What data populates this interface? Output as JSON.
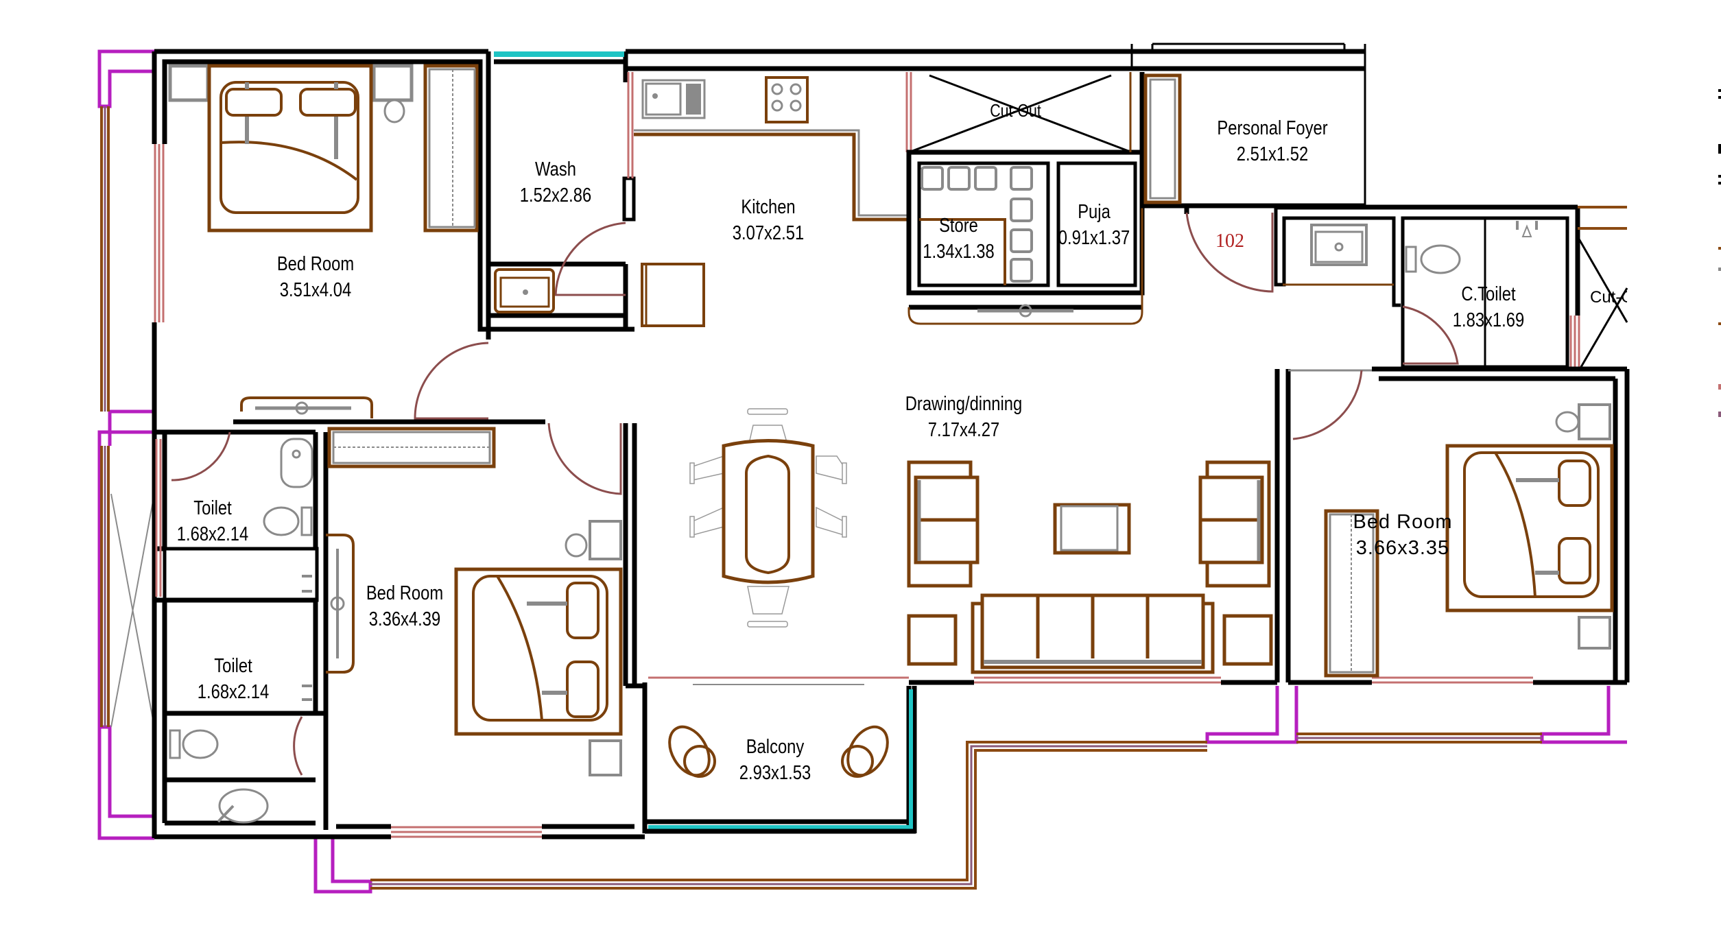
{
  "plan": {
    "title": "Apartment floor plan",
    "unit_number": "102",
    "colors": {
      "wall": "#000000",
      "furniture": "#7a400c",
      "fixture": "#8a8a8a",
      "window": "#c47070",
      "door_swing": "#8c4d4d",
      "railing": "#8b4a12",
      "structure_magenta": "#b61fbf",
      "glass_cyan": "#1fc4c4",
      "unit_number": "#b02020"
    },
    "rooms": [
      {
        "id": "bedroom-1",
        "name": "Bed Room",
        "size": "3.51x4.04"
      },
      {
        "id": "wash",
        "name": "Wash",
        "size": "1.52x2.86"
      },
      {
        "id": "kitchen",
        "name": "Kitchen",
        "size": "3.07x2.51"
      },
      {
        "id": "store",
        "name": "Store",
        "size": "1.34x1.38"
      },
      {
        "id": "puja",
        "name": "Puja",
        "size": "0.91x1.37"
      },
      {
        "id": "personal-foyer",
        "name": "Personal Foyer",
        "size": "2.51x1.52"
      },
      {
        "id": "c-toilet",
        "name": "C.Toilet",
        "size": "1.83x1.69"
      },
      {
        "id": "drawing-dining",
        "name": "Drawing/dinning",
        "size": "7.17x4.27"
      },
      {
        "id": "bedroom-3",
        "name": "Bed Room",
        "size": "3.66x3.35"
      },
      {
        "id": "toilet-1",
        "name": "Toilet",
        "size": "1.68x2.14"
      },
      {
        "id": "toilet-2",
        "name": "Toilet",
        "size": "1.68x2.14"
      },
      {
        "id": "bedroom-2",
        "name": "Bed Room",
        "size": "3.36x4.39"
      },
      {
        "id": "balcony",
        "name": "Balcony",
        "size": "2.93x1.53"
      }
    ],
    "annotations": {
      "cut_out_1": "Cut-Out",
      "cut_out_2": "Cut-O"
    }
  }
}
